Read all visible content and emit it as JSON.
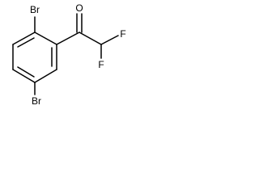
{
  "molecule": {
    "atoms": {
      "br_top": "Br",
      "br_bottom": "Br",
      "oxygen": "O",
      "f_right": "F",
      "f_bottom": "F"
    }
  }
}
